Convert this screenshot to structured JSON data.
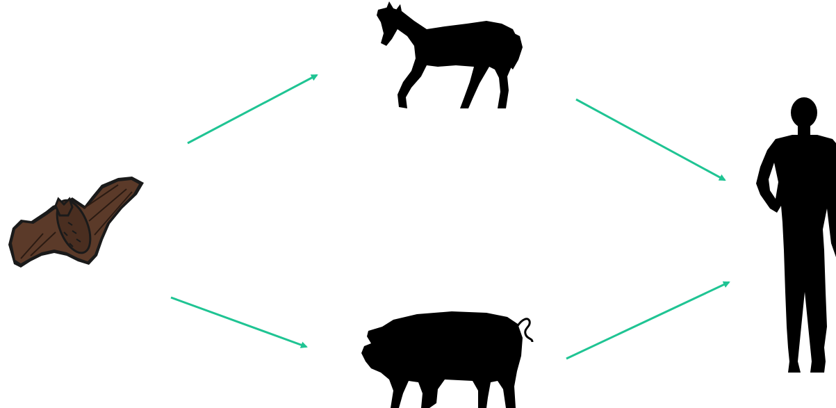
{
  "diagram": {
    "background": "#ffffff",
    "arrow_color": "#1fc493",
    "silhouette_color": "#000000",
    "bat_colors": {
      "wing": "#5b3a29",
      "body": "#4a2e20",
      "outline": "#1a1a1a",
      "detail": "#2a1a12"
    },
    "nodes": [
      {
        "id": "bat",
        "icon": "bat-icon"
      },
      {
        "id": "horse",
        "icon": "horse-silhouette-icon"
      },
      {
        "id": "pig",
        "icon": "pig-silhouette-icon"
      },
      {
        "id": "human",
        "icon": "human-silhouette-icon"
      }
    ],
    "edges": [
      {
        "from": "bat",
        "to": "horse"
      },
      {
        "from": "bat",
        "to": "pig"
      },
      {
        "from": "horse",
        "to": "human"
      },
      {
        "from": "pig",
        "to": "human"
      }
    ]
  }
}
